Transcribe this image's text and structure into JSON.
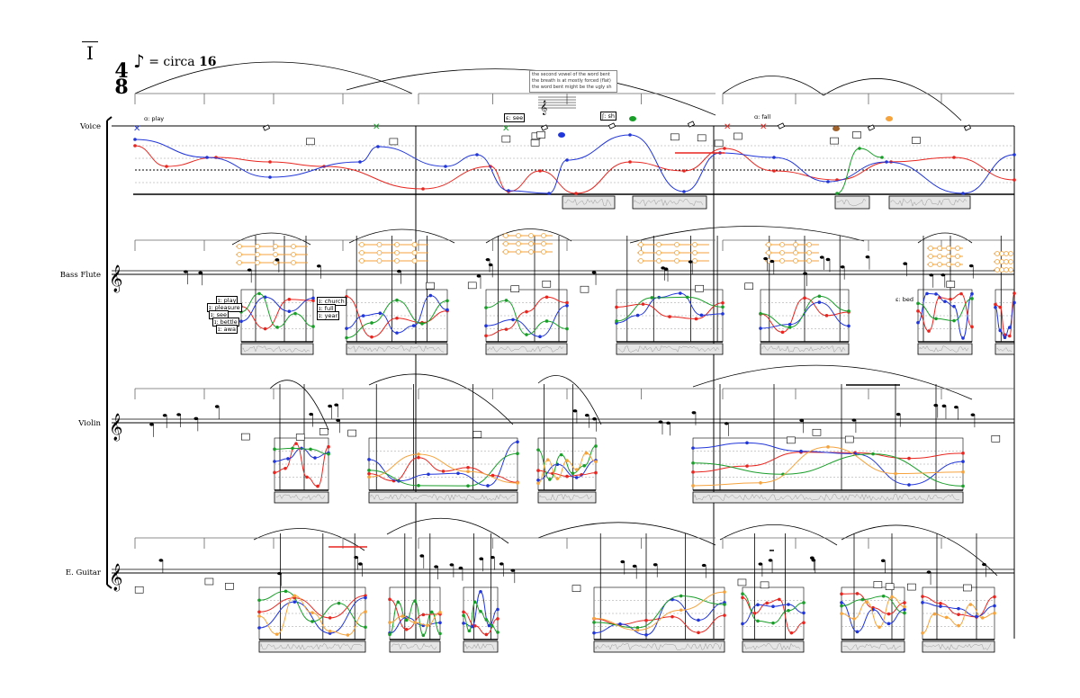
{
  "score": {
    "rehearsal_mark": "I",
    "time_signature": {
      "numerator": "4",
      "denominator": "8"
    },
    "tempo": {
      "prefix": "= circa ",
      "value": "16",
      "note_glyph": "♪"
    },
    "performance_note": [
      "the second vowel of the word bent",
      "the breath is at mostly forced (flat)",
      "the word bent might be the ugly sh"
    ],
    "instruments": [
      {
        "name": "Voice"
      },
      {
        "name": "Bass Flute"
      },
      {
        "name": "Violin"
      },
      {
        "name": "E. Guitar"
      }
    ],
    "voice_labels": [
      "ɑ: play",
      "ɛ: see",
      "ʃ: sh",
      "ɑ: fall"
    ],
    "flute_labels": [
      "ɪ: play",
      "ɪ: pleasure",
      "ɪ: see",
      "ɪ: bettle",
      "ɪ: awa",
      "ɪ: church",
      "ɪ: full",
      "ɪ: year",
      "ɛ: bed"
    ]
  },
  "colors": {
    "line": "#000000",
    "red": "#e8251f",
    "blue": "#2136d9",
    "green": "#1a9e2a",
    "orange": "#f5a33d",
    "grid": "#9a9a9a",
    "noise_fill": "#e6e6e6",
    "brown": "#a0622d"
  }
}
